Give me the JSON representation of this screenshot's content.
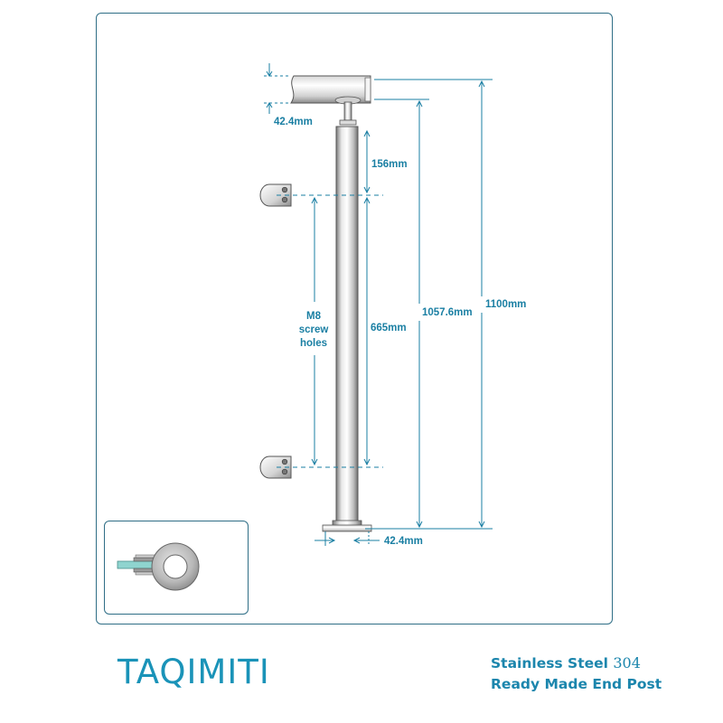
{
  "diagram": {
    "dimensions": {
      "handrail_diameter": "42.4mm",
      "top_offset": "156mm",
      "screw_hole_spacing": "665mm",
      "post_height": "1057.6mm",
      "total_height": "1100mm",
      "post_diameter": "42.4mm"
    },
    "screw_note": [
      "M8",
      "screw",
      "holes"
    ]
  },
  "branding": {
    "brand": "TAQIMITI",
    "product_line1_prefix": "Stainless Steel ",
    "product_line1_number": "304",
    "product_line2": "Ready Made End Post"
  },
  "colors": {
    "accent": "#1a7fa3",
    "frame": "#2f6e86",
    "metal_light": "#f2f2f2",
    "metal_dark": "#8c8c8c",
    "glass": "#8fd4cf"
  }
}
